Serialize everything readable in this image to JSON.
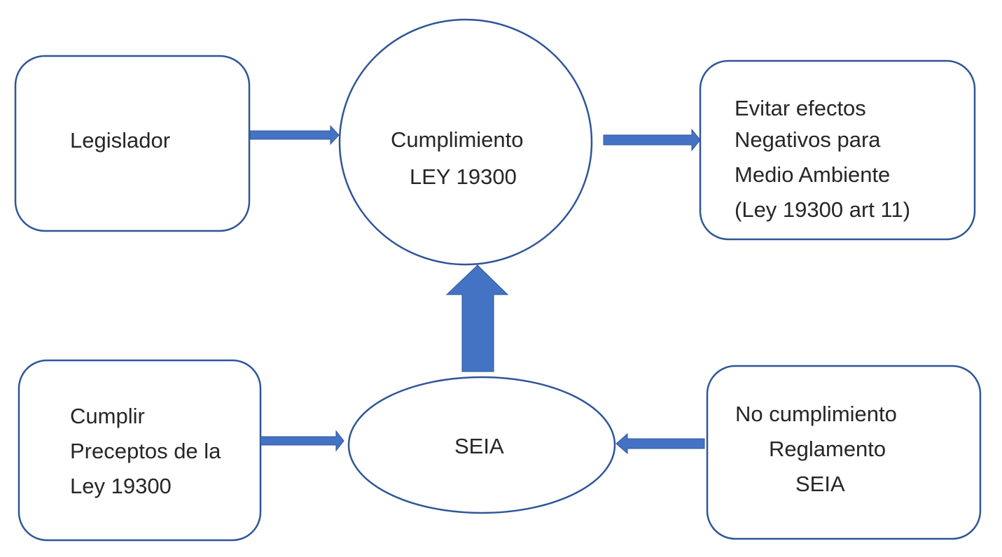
{
  "diagram": {
    "colors": {
      "stroke": "#2f5597",
      "arrow_fill": "#4472c4",
      "text": "#262626",
      "background": "#ffffff"
    },
    "nodes": {
      "legislador": {
        "shape": "rounded-rectangle",
        "lines": [
          "Legislador"
        ]
      },
      "cumplimiento": {
        "shape": "circle",
        "lines": [
          "Cumplimiento",
          "LEY 19300"
        ]
      },
      "evitar": {
        "shape": "rounded-rectangle",
        "lines": [
          "Evitar efectos",
          "Negativos para",
          "Medio Ambiente",
          "(Ley 19300 art 11)"
        ]
      },
      "cumplir": {
        "shape": "rounded-rectangle",
        "lines": [
          "Cumplir",
          "Preceptos de la",
          "Ley 19300"
        ]
      },
      "seia": {
        "shape": "ellipse",
        "lines": [
          "SEIA"
        ]
      },
      "no_cumplimiento": {
        "shape": "rounded-rectangle",
        "lines": [
          "No cumplimiento",
          "Reglamento",
          "SEIA"
        ]
      }
    },
    "edges": [
      {
        "from": "legislador",
        "to": "cumplimiento",
        "style": "thin-block-arrow"
      },
      {
        "from": "cumplimiento",
        "to": "evitar",
        "style": "thin-block-arrow"
      },
      {
        "from": "cumplir",
        "to": "seia",
        "style": "thin-block-arrow"
      },
      {
        "from": "no_cumplimiento",
        "to": "seia",
        "style": "thin-block-arrow"
      },
      {
        "from": "seia",
        "to": "cumplimiento",
        "style": "thick-block-arrow"
      }
    ]
  }
}
